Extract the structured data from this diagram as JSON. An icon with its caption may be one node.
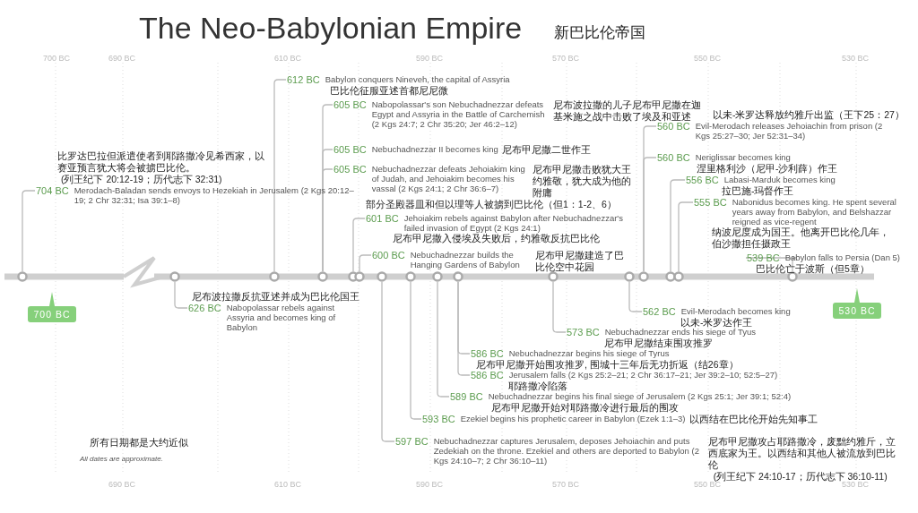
{
  "diagram": {
    "title": "The Neo-Babylonian Empire",
    "nodes": [
      {
        "text": [
          "比罗达巴拉但派遣使者到耶路撒冷见希西家，以赛亚预言犹大将会被掳巴比伦。",
          "(列王纪下 20:12-19；历代志下 32:31)",
          "704 BC",
          "Merodach-Baladan sends envoys to Hezekiah in Jerusalem (2 Kgs 20:12–19; 2 Chr 32:31; Isa 39:1–8)"
        ]
      },
      {
        "text": [
          "尼布波拉撒反抗亚述并成为巴比伦国王",
          "626 BC",
          "Nabopolassar rebels against Assyria and becomes king of Babylon"
        ]
      },
      {
        "text": [
          "612 BC",
          "Babylon conquers Nineveh, the capital of Assyria",
          "巴比伦征服亚述首都尼尼微"
        ]
      },
      {
        "text": [
          "605 BC",
          "Nabopolassar's son Nebuchadnezzar defeats Egypt and Assyria in the Battle of Carchemish (2 Kgs 24:7; 2 Chr 35:20; Jer 46:2–12)",
          "尼布波拉撒的儿子尼布甲尼撒在迦基米施之战中击败了埃及和亚述"
        ]
      },
      {
        "text": [
          "605 BC",
          "Nebuchadnezzar II becomes king",
          "尼布甲尼撒二世作王"
        ]
      },
      {
        "text": [
          "605 BC",
          "Nebuchadnezzar defeats Jehoiakim king of Judah, and Jehoiakim becomes his vassal (2 Kgs 24:1; 2 Chr 36:6–7)",
          "尼布甲尼撒击败犹大王约雅敬，犹大成为他的附庸",
          "部分圣殿器皿和但以理等人被掳到巴比伦（但1：1-2、6）"
        ]
      },
      {
        "text": [
          "601 BC",
          "Jehoiakim rebels against Babylon after Nebuchadnezzar's failed invasion of Egypt (2 Kgs 24:1)",
          "尼布甲尼撒入侵埃及失败后，约雅敬反抗巴比伦"
        ]
      },
      {
        "text": [
          "600 BC",
          "Nebuchadnezzar builds the Hanging Gardens of Babylon",
          "尼布甲尼撒建造了巴比伦空中花园"
        ]
      },
      {
        "text": [
          "597 BC",
          "Nebuchadnezzar captures Jerusalem, deposes Jehoiachin and puts Zedekiah on the throne. Ezekiel and others are deported to Babylon (2 Kgs 24:10–7; 2 Chr 36:10–11)",
          "尼布甲尼撒攻占耶路撒冷，废黜约雅斤，立西底家为王。以西结和其他人被流放到巴比伦",
          "(列王纪下 24:10-17；历代志下 36:10-11)"
        ]
      },
      {
        "text": [
          "593 BC",
          "Ezekiel begins his prophetic career in Babylon (Ezek 1:1–3)",
          "以西结在巴比伦开始先知事工"
        ]
      },
      {
        "text": [
          "589 BC",
          "Nebuchadnezzar begins his final siege of Jerusalem (2 Kgs 25:1; Jer 39:1; 52:4)",
          "尼布甲尼撒开始对耶路撒冷进行最后的围攻"
        ]
      },
      {
        "text": [
          "586 BC",
          "Jerusalem falls (2 Kgs 25:2–21; 2 Chr 36:17–21; Jer 39:2–10; 52:5–27)",
          "耶路撒冷陷落"
        ]
      },
      {
        "text": [
          "586 BC",
          "Nebuchadnezzar begins his siege of Tyrus",
          "尼布甲尼撒开始围攻推罗, 围城十三年后无功折返（结26章）"
        ]
      },
      {
        "text": [
          "573 BC",
          "Nebuchadnezzar ends his siege of Tyus",
          "尼布甲尼撒结束围攻推罗"
        ]
      },
      {
        "text": [
          "562 BC",
          "Evil-Merodach becomes king",
          "以未-米罗达作王"
        ]
      },
      {
        "text": [
          "以未-米罗达释放约雅斤出监（王下25：27）",
          "560 BC",
          "Evil-Merodach releases Jehoiachin from prison (2 Kgs 25:27–30; Jer 52:31–34)"
        ]
      },
      {
        "text": [
          "560 BC",
          "Neriglissar becomes king",
          "涅里格利沙（尼甲-沙利薛）作王"
        ]
      },
      {
        "text": [
          "556 BC",
          "Labasi-Marduk becomes king",
          "拉巴施-玛督作王"
        ]
      },
      {
        "text": [
          "555 BC",
          "Nabonidus becomes king. He spent several years away from Babylon, and Belshazzar reigned as vice-regent",
          "纳波尼度成为国王。他离开巴比伦几年，伯沙撒担任摄政王"
        ]
      },
      {
        "text": [
          "539 BC",
          "Babylon falls to Persia (Dan 5)",
          "巴比伦亡于波斯（但5章）"
        ]
      },
      {
        "text": [
          "700 BC"
        ]
      },
      {
        "text": [
          "530 BC"
        ]
      },
      {
        "text": [],
        "shape": "circle"
      },
      {
        "text": [],
        "shape": "circle"
      },
      {
        "text": [],
        "shape": "circle"
      },
      {
        "text": [],
        "shape": "circle"
      },
      {
        "text": [],
        "shape": "circle"
      },
      {
        "text": [],
        "shape": "circle"
      },
      {
        "text": [],
        "shape": "circle"
      },
      {
        "text": [],
        "shape": "circle"
      },
      {
        "text": [],
        "shape": "circle"
      },
      {
        "text": [],
        "shape": "circle"
      },
      {
        "text": [],
        "shape": "circle"
      },
      {
        "text": [],
        "shape": "circle"
      },
      {
        "text": [],
        "shape": "circle"
      },
      {
        "text": [],
        "shape": "circle"
      },
      {
        "text": [],
        "shape": "circle"
      },
      {
        "text": [],
        "shape": "circle"
      }
    ],
    "edges": [
      {
        "from": 0,
        "to": 22,
        "arrow": "none"
      },
      {
        "from": 1,
        "to": 23,
        "arrow": "none"
      },
      {
        "from": 2,
        "to": 24,
        "arrow": "none"
      },
      {
        "from": 3,
        "to": 25,
        "arrow": "none"
      },
      {
        "from": 4,
        "to": 25,
        "arrow": "none"
      },
      {
        "from": 5,
        "to": 25,
        "arrow": "none"
      },
      {
        "from": 6,
        "to": 26,
        "arrow": "none"
      },
      {
        "from": 7,
        "to": 27,
        "arrow": "none"
      },
      {
        "from": 8,
        "to": 28,
        "arrow": "none"
      },
      {
        "from": 9,
        "to": 29,
        "arrow": "none"
      },
      {
        "from": 10,
        "to": 30,
        "arrow": "none"
      },
      {
        "from": 11,
        "to": 31,
        "arrow": "none"
      },
      {
        "from": 12,
        "to": 31,
        "arrow": "none"
      },
      {
        "from": 13,
        "to": 32,
        "arrow": "none"
      },
      {
        "from": 14,
        "to": 33,
        "arrow": "none"
      },
      {
        "from": 15,
        "to": 34,
        "arrow": "none"
      },
      {
        "from": 16,
        "to": 34,
        "arrow": "none"
      },
      {
        "from": 17,
        "to": 35,
        "arrow": "none"
      },
      {
        "from": 18,
        "to": 36,
        "arrow": "none"
      },
      {
        "from": 19,
        "to": 37,
        "arrow": "none"
      }
    ],
    "labels": [
      "新巴比伦帝国",
      "700 BC",
      "690 BC",
      "610 BC",
      "590 BC",
      "570 BC",
      "550 BC",
      "530 BC",
      "所有日期都是大约近似",
      "All dates are approximate.",
      "690 BC",
      "610 BC",
      "590 BC",
      "570 BC",
      "550 BC",
      "530 BC"
    ]
  }
}
